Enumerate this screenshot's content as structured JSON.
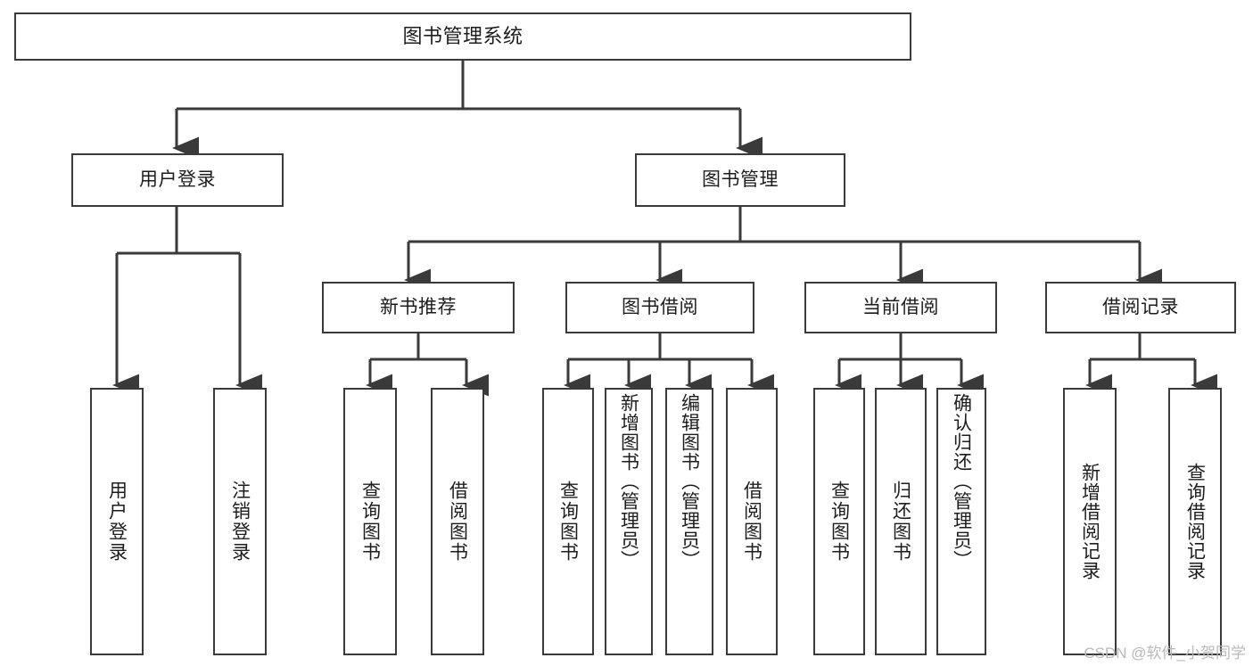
{
  "diagram": {
    "type": "tree",
    "title": "图书管理系统",
    "orientation": "top-down",
    "watermark": "CSDN @软件_小贺同学",
    "colors": {
      "box_border": "#3a3a3a",
      "box_fill": "#ffffff",
      "edge": "#3a3a3a",
      "text": "#1d1d1d",
      "watermark": "#b9b9b9",
      "background": "#ffffff"
    },
    "nodes": {
      "root": {
        "label": "图书管理系统"
      },
      "level2": [
        {
          "label": "用户登录"
        },
        {
          "label": "图书管理"
        }
      ],
      "level3": [
        {
          "label": "新书推荐"
        },
        {
          "label": "图书借阅"
        },
        {
          "label": "当前借阅"
        },
        {
          "label": "借阅记录"
        }
      ],
      "leaves_user_login": [
        {
          "label": "用户登录"
        },
        {
          "label": "注销登录"
        }
      ],
      "leaves_new_book": [
        {
          "label": "查询图书"
        },
        {
          "label": "借阅图书"
        }
      ],
      "leaves_borrow": [
        {
          "label": "查询图书"
        },
        {
          "label": "新增图书（管理员）"
        },
        {
          "label": "编辑图书（管理员）"
        },
        {
          "label": "借阅图书"
        }
      ],
      "leaves_current": [
        {
          "label": "查询图书"
        },
        {
          "label": "归还图书"
        },
        {
          "label": "确认归还（管理员）"
        }
      ],
      "leaves_records": [
        {
          "label": "新增借阅记录"
        },
        {
          "label": "查询借阅记录"
        }
      ]
    }
  }
}
